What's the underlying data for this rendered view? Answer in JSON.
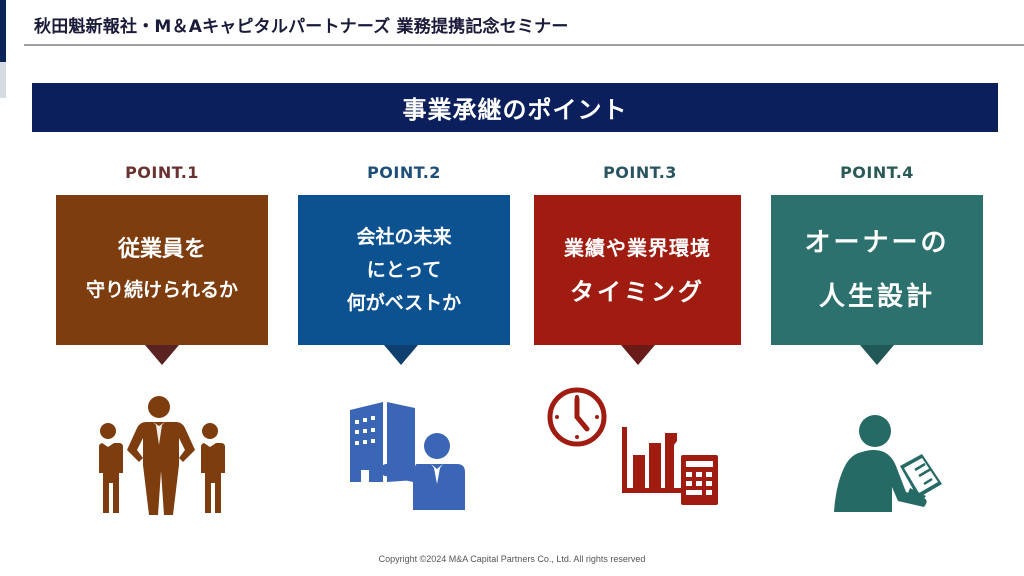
{
  "header": {
    "title": "秋田魁新報社・M＆Aキャピタルパートナーズ 業務提携記念セミナー"
  },
  "banner": {
    "title": "事業承継のポイント"
  },
  "colors": {
    "banner": "#0b1f5c",
    "point1": "#7d3d0f",
    "point1_arrow": "#5a2220",
    "point2": "#0c5190",
    "point2_arrow": "#0f3f6e",
    "point3": "#a01c10",
    "point3_arrow": "#6a1a18",
    "point4": "#2c716e",
    "point4_arrow": "#1f5856",
    "label1": "#6b3030",
    "label2": "#1f4e7a",
    "label3": "#2a5560",
    "label4": "#2a5a58"
  },
  "points": [
    {
      "label": "POINT.1",
      "lines": [
        "従業員を",
        "守り続けられるか"
      ],
      "icon": "business-team-icon"
    },
    {
      "label": "POINT.2",
      "lines": [
        "会社の未来",
        "にとって",
        "何がベストか"
      ],
      "icon": "building-person-icon"
    },
    {
      "label": "POINT.3",
      "lines": [
        "業績や業界環境",
        "タイミング"
      ],
      "icon": "clock-chart-calculator-icon"
    },
    {
      "label": "POINT.4",
      "lines": [
        "オーナーの",
        "人生設計"
      ],
      "icon": "person-writing-document-icon"
    }
  ],
  "footer": {
    "copyright": "Copyright ©2024 M&A Capital Partners Co., Ltd. All rights reserved"
  }
}
